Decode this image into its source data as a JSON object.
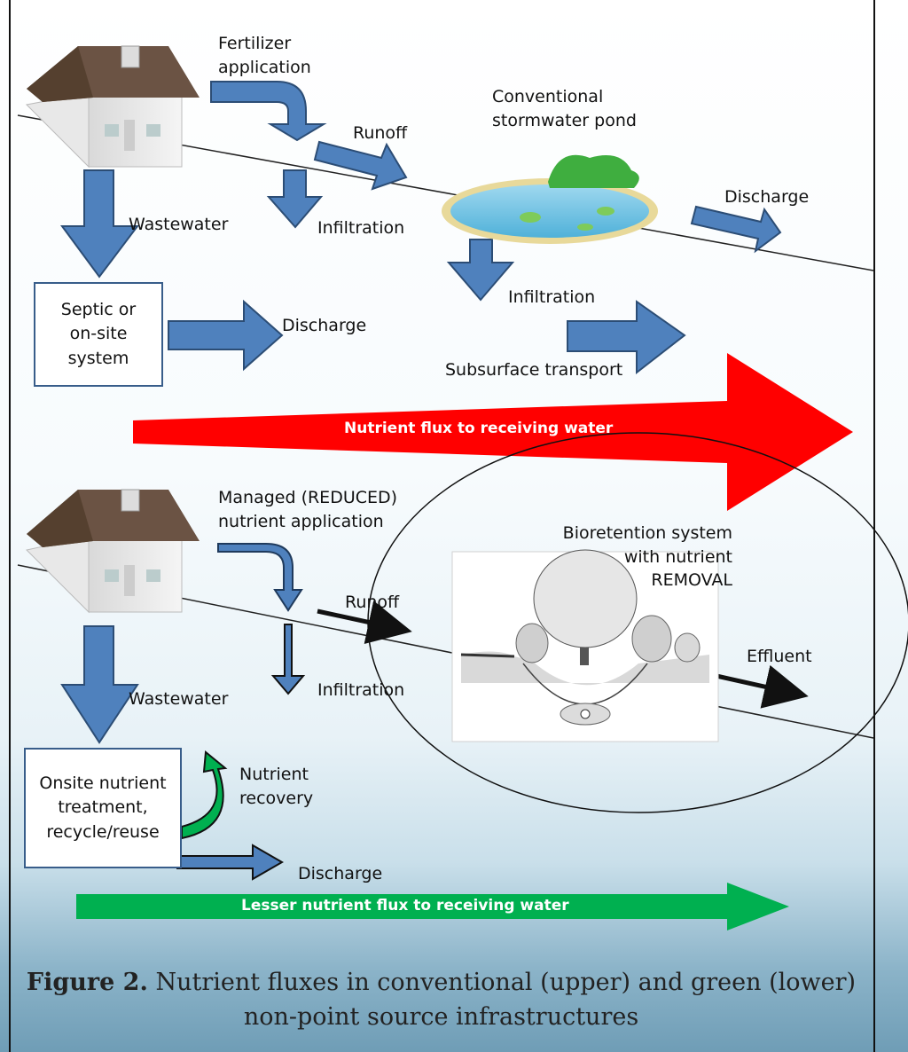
{
  "upper": {
    "fertilizer": "Fertilizer application",
    "pond_title": "Conventional stormwater pond",
    "runoff": "Runoff",
    "infiltration_1": "Infiltration",
    "wastewater": "Wastewater",
    "discharge_pond": "Discharge",
    "infiltration_2": "Infiltration",
    "septic": "Septic or on-site system",
    "discharge_septic": "Discharge",
    "subsurface": "Subsurface transport",
    "flux": "Nutrient flux to receiving water"
  },
  "lower": {
    "managed": "Managed (REDUCED) nutrient application",
    "bioretention": "Bioretention system with nutrient REMOVAL",
    "runoff": "Runoff",
    "infiltration": "Infiltration",
    "wastewater": "Wastewater",
    "effluent": "Effluent",
    "onsite": "Onsite nutrient treatment, recycle/reuse",
    "recovery": "Nutrient recovery",
    "discharge": "Discharge",
    "flux": "Lesser nutrient flux to receiving water"
  },
  "caption": {
    "label": "Figure 2.",
    "text": "Nutrient fluxes in conventional (upper) and green (lower) non-point source infrastructures"
  },
  "colors": {
    "blue_arrow": "#4f81bd",
    "red_flux": "#ff0000",
    "green_flux": "#00b050",
    "box_border": "#385d8a"
  }
}
